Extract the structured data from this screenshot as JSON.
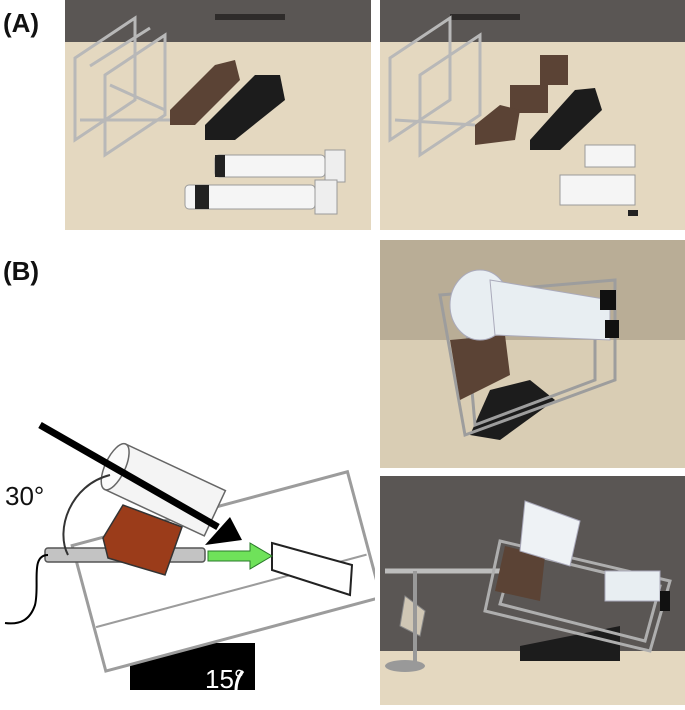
{
  "figure": {
    "panel_a_label": "(A)",
    "panel_b_label": "(B)"
  },
  "diagram": {
    "angle_top_label": "30°",
    "angle_bottom_label": "15°"
  },
  "colors": {
    "wall": "#5a5654",
    "desk": "#e4d8c0",
    "brown_part": "#5b4335",
    "black_part": "#1c1c1c",
    "diagram_brown": "#9b3c1a",
    "arrow_green": "#6fe25a",
    "metal": "#b8b8b8"
  },
  "photos": [
    {
      "id": "a-left",
      "subject": "wire-stand-with-wedges-and-60ml-syringes"
    },
    {
      "id": "a-right",
      "subject": "wire-stand-with-wedges-and-small-syringes"
    },
    {
      "id": "b-top",
      "subject": "assembled-holder-with-cup-top-view"
    },
    {
      "id": "b-bottom",
      "subject": "assembled-holder-side-view-with-clamp"
    }
  ]
}
